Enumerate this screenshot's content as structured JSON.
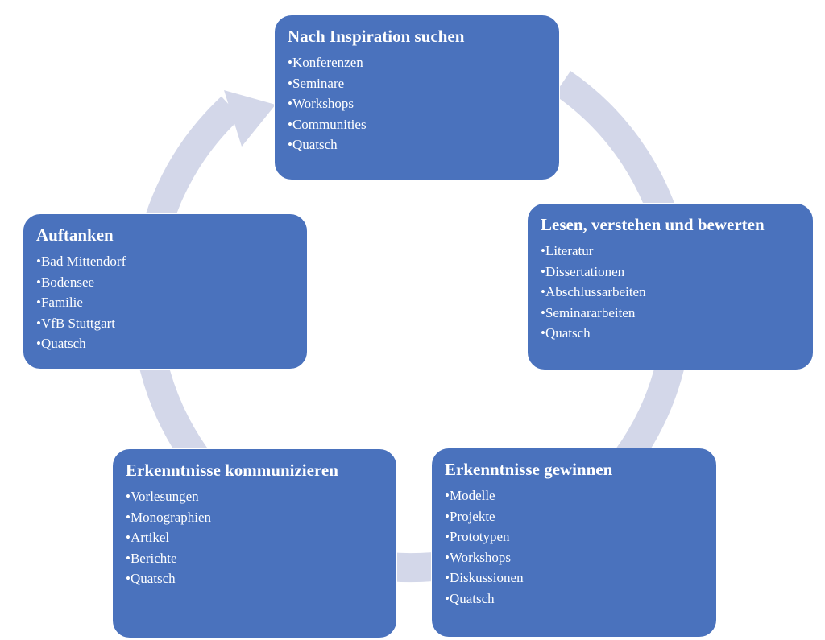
{
  "colors": {
    "box_fill": "#4a72bd",
    "ring": "#d3d7e9",
    "text": "#ffffff",
    "border": "#ffffff"
  },
  "stages": {
    "inspiration": {
      "title": "Nach Inspiration suchen",
      "items": [
        "Konferenzen",
        "Seminare",
        "Workshops",
        "Communities",
        "Quatsch"
      ]
    },
    "lesen": {
      "title": "Lesen, verstehen und bewerten",
      "items": [
        "Literatur",
        "Dissertationen",
        "Abschlussarbeiten",
        "Seminararbeiten",
        "Quatsch"
      ]
    },
    "gewinnen": {
      "title": "Erkenntnisse gewinnen",
      "items": [
        "Modelle",
        "Projekte",
        "Prototypen",
        "Workshops",
        "Diskussionen",
        "Quatsch"
      ]
    },
    "kommunizieren": {
      "title": "Erkenntnisse kommunizieren",
      "items": [
        "Vorlesungen",
        "Monographien",
        "Artikel",
        "Berichte",
        "Quatsch"
      ]
    },
    "auftanken": {
      "title": "Auftanken",
      "items": [
        "Bad Mittendorf",
        "Bodensee",
        "Familie",
        "VfB Stuttgart",
        "Quatsch"
      ]
    }
  }
}
